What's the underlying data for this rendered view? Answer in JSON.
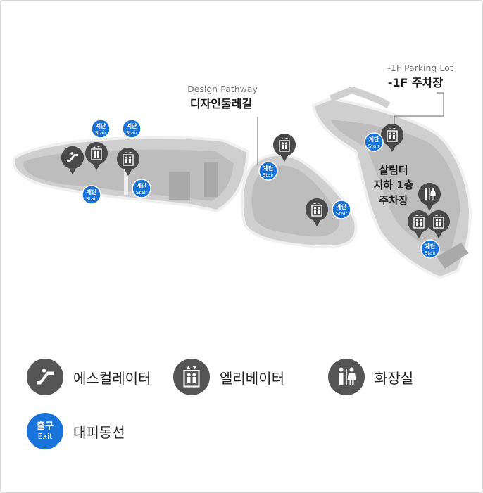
{
  "colors": {
    "floor": "#d0d0d0",
    "floor_dark": "#a9a9a9",
    "wall": "#ededed",
    "pin": "#4a4a4a",
    "exit_blue": "#1a73d8"
  },
  "labels": {
    "design_pathway_en": "Design Pathway",
    "design_pathway_ko": "디자인둘레길",
    "parking_en": "-1F Parking Lot",
    "parking_ko": "-1F 주차장",
    "salimteo_line1": "살림터",
    "salimteo_line2": "지하 1층",
    "salimteo_line3": "주차장"
  },
  "stair_badge": {
    "ko": "계단",
    "en": "Stair"
  },
  "legend": {
    "escalator": {
      "label": "에스컬레이터",
      "icon": "escalator-icon"
    },
    "elevator": {
      "label": "엘리베이터",
      "icon": "elevator-icon"
    },
    "restroom": {
      "label": "화장실",
      "icon": "restroom-icon"
    },
    "exit": {
      "label": "대피동선",
      "badge_ko": "출구",
      "badge_en": "Exit",
      "icon": "exit-badge-icon"
    }
  }
}
